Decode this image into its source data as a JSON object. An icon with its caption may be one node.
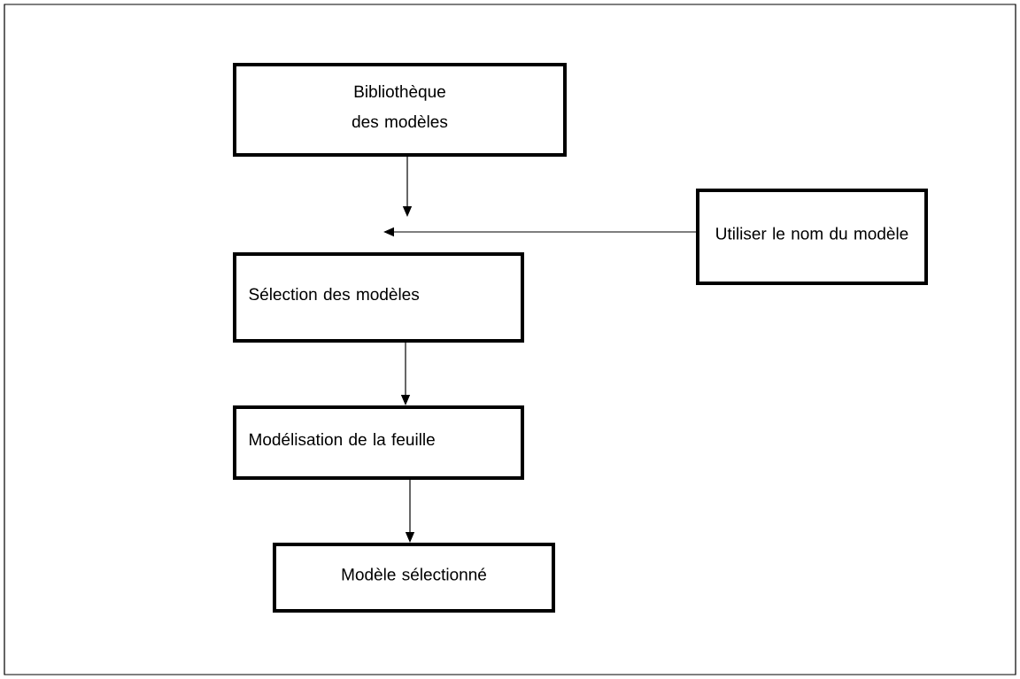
{
  "diagram": {
    "nodes": [
      {
        "text": [
          "Bibliothèque des modèles"
        ]
      },
      {
        "text": [
          "Utiliser le nom du modèle"
        ]
      },
      {
        "text": [
          "Sélection des modèles"
        ]
      },
      {
        "text": [
          "Modélisation de la feuille"
        ]
      },
      {
        "text": [
          "Modèle sélectionné"
        ]
      }
    ],
    "edges": [
      {
        "from": 0,
        "to": null,
        "arrow": "to"
      },
      {
        "from": 1,
        "to": null,
        "arrow": "to"
      },
      {
        "from": 2,
        "to": 3,
        "arrow": "to"
      },
      {
        "from": 3,
        "to": 4,
        "arrow": "to"
      }
    ]
  }
}
